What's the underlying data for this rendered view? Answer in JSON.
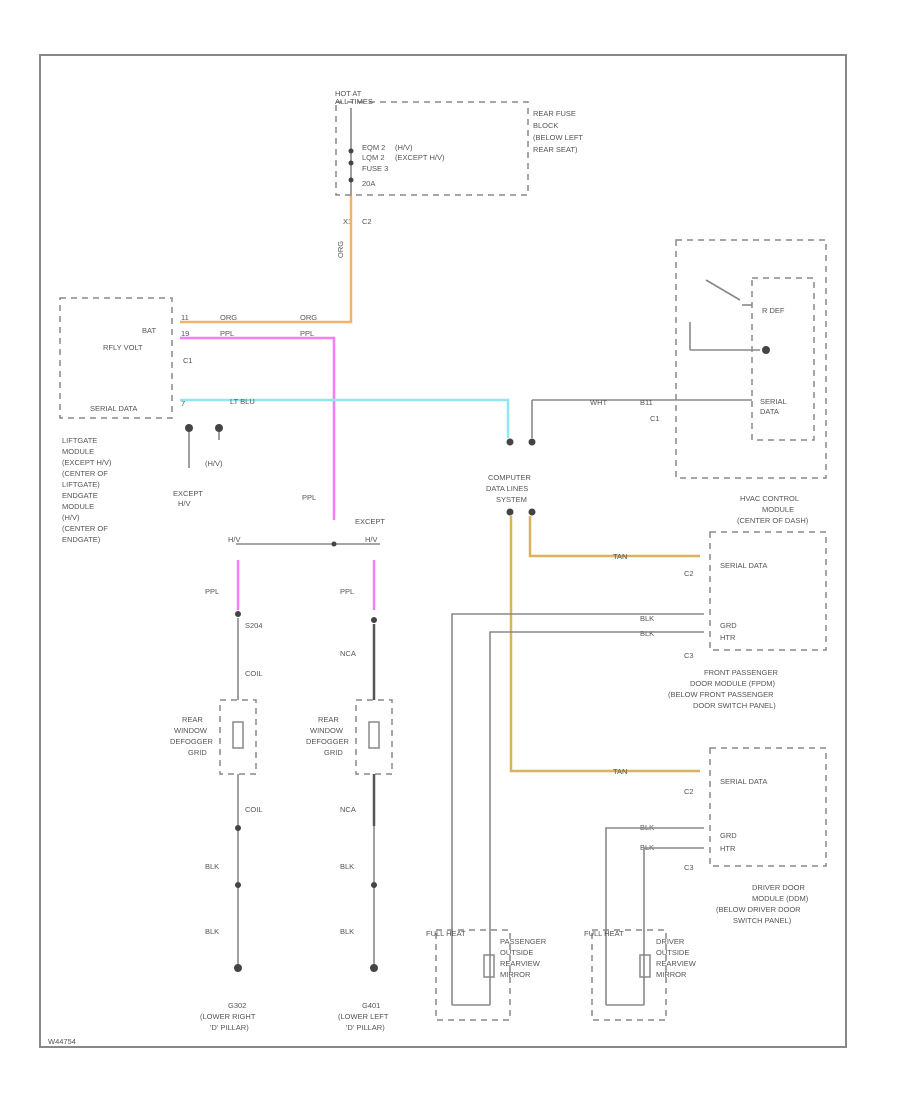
{
  "hot_label": [
    "HOT AT",
    "ALL TIMES"
  ],
  "rear_fuse_block": {
    "label": [
      "REAR FUSE",
      "BLOCK",
      "(BELOW LEFT",
      "REAR SEAT)"
    ],
    "eqm": "EQM 2",
    "lqm": "LQM 2",
    "fuse": "FUSE 3",
    "amp": "20A",
    "ckt_a": "(H/V)",
    "ckt_b": "(EXCEPT H/V)",
    "conn": "X1",
    "conn2": "C2"
  },
  "liftgate_module": {
    "label": [
      "LIFTGATE",
      "MODULE",
      "(EXCEPT H/V)",
      "(CENTER OF",
      "LIFTGATE)",
      "ENDGATE",
      "MODULE",
      "(H/V)",
      "(CENTER OF",
      "ENDGATE)"
    ],
    "bat": "BAT",
    "rfly": "RFLY VOLT",
    "serial": "SERIAL DATA",
    "c1": "C1",
    "pin_bat": "11",
    "pin_rfly": "19",
    "pin_serial": "7",
    "except_hv": [
      "EXCEPT",
      "H/V"
    ],
    "hv": "(H/V)"
  },
  "hvac_module": {
    "label": [
      "HVAC CONTROL",
      "MODULE",
      "(CENTER OF DASH)"
    ],
    "rdef": "R DEF",
    "serial": "SERIAL",
    "data": "DATA",
    "pin": "B11",
    "c1": "C1"
  },
  "dlc": {
    "label": [
      "COMPUTER",
      "DATA LINES",
      "SYSTEM"
    ]
  },
  "front_pass_door": {
    "label": [
      "FRONT PASSENGER",
      "DOOR MODULE (FPDM)",
      "(BELOW FRONT PASSENGER",
      "DOOR SWITCH PANEL)"
    ],
    "serial": "SERIAL DATA",
    "grd": "GRD",
    "htr": "HTR",
    "c2": "C2",
    "c3": "C3"
  },
  "driver_door": {
    "label": [
      "DRIVER DOOR",
      "MODULE (DDM)",
      "(BELOW DRIVER DOOR",
      "SWITCH PANEL)"
    ],
    "serial": "SERIAL DATA",
    "grd": "GRD",
    "htr": "HTR",
    "c2": "C2",
    "c3": "C3"
  },
  "defoggers": {
    "label": [
      "REAR",
      "WINDOW",
      "DEFOGGER",
      "GRID"
    ],
    "split_left": "H/V",
    "split_right": [
      "EXCEPT",
      "H/V"
    ],
    "left_wire": "S204",
    "right_wire": "NCA"
  },
  "mirrors": {
    "passenger": [
      "PASSENGER",
      "OUTSIDE",
      "REARVIEW",
      "MIRROR"
    ],
    "driver": [
      "DRIVER",
      "OUTSIDE",
      "REARVIEW",
      "MIRROR"
    ],
    "full_heat": "FULL HEAT"
  },
  "grounds": {
    "left": [
      "G302",
      "(LOWER RIGHT",
      "'D' PILLAR)"
    ],
    "right": [
      "G401",
      "(LOWER LEFT",
      "'D' PILLAR)"
    ]
  },
  "wires": {
    "org": "ORG",
    "ppl": "PPL",
    "blk": "BLK",
    "tan": "TAN",
    "wht": "WHT",
    "lt_blu": "LT BLU",
    "coil": "COIL"
  },
  "colors": {
    "orange": "#f4b16b",
    "pink": "#f47ef4",
    "cyan": "#8fe7f0",
    "tan": "#d9b45a",
    "dark": "#555555",
    "line": "#888888"
  },
  "footer_code": "W44754"
}
